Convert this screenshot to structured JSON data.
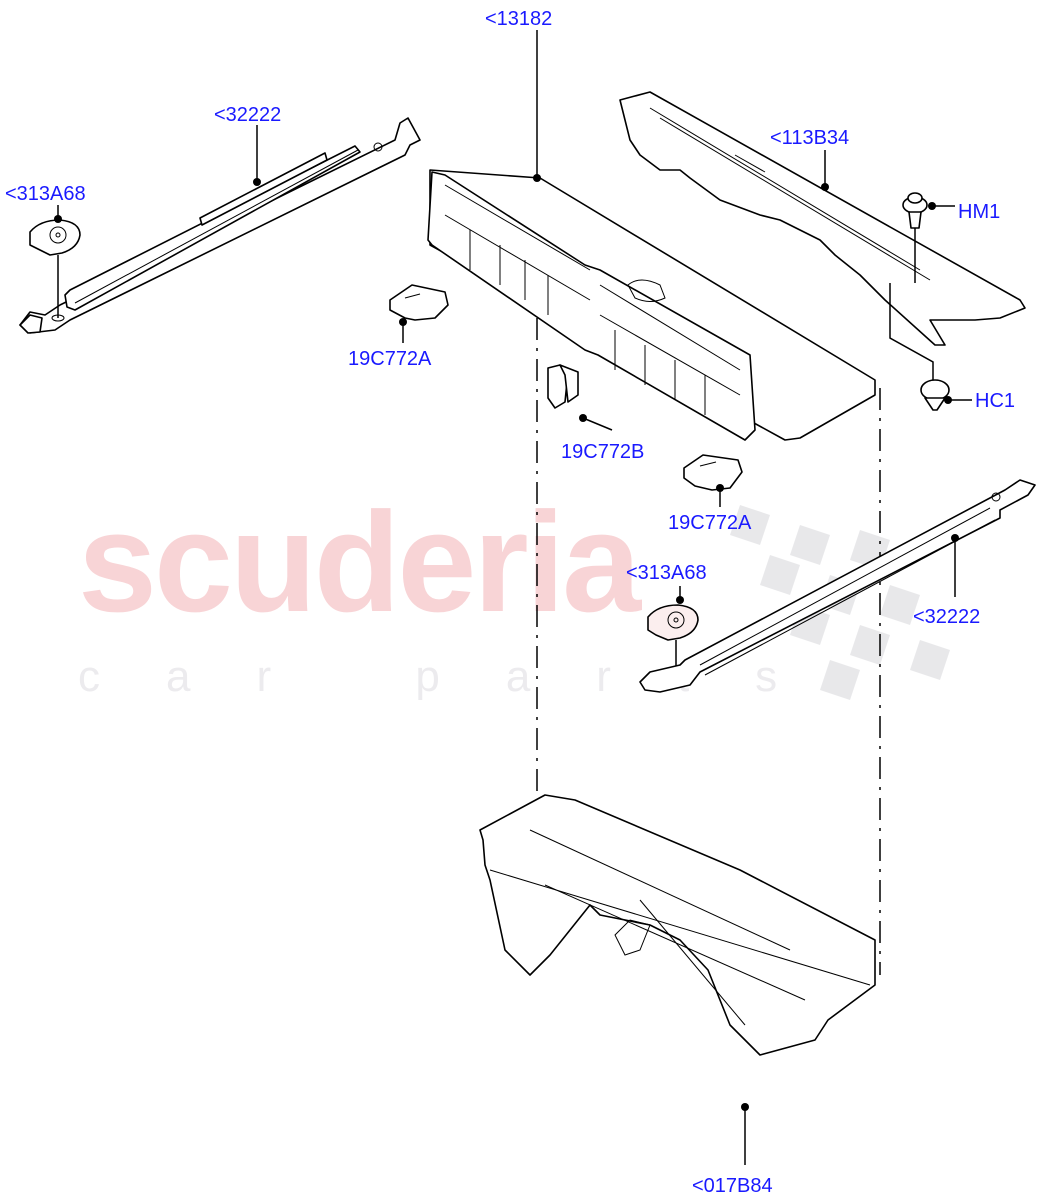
{
  "diagram": {
    "type": "exploded-parts-diagram",
    "watermark": {
      "main": "scuderia",
      "sub": "car parts",
      "main_color": "#f8d4d6",
      "sub_color": "#ecebee"
    },
    "label_color": "#1a1aff",
    "callouts": [
      {
        "id": "c1",
        "text": "<13182",
        "part": "loadspace floor cover panel"
      },
      {
        "id": "c2",
        "text": "<32222",
        "part": "left side sill trim rail"
      },
      {
        "id": "c3",
        "text": "<313A68",
        "part": "left tie-down cap"
      },
      {
        "id": "c4",
        "text": "19C772A",
        "part": "left clip"
      },
      {
        "id": "c5",
        "text": "<113B34",
        "part": "rear scuff plate"
      },
      {
        "id": "c6",
        "text": "HM1",
        "part": "screw fastener"
      },
      {
        "id": "c7",
        "text": "HC1",
        "part": "push clip"
      },
      {
        "id": "c8",
        "text": "19C772B",
        "part": "centre clip"
      },
      {
        "id": "c9",
        "text": "19C772A",
        "part": "right clip"
      },
      {
        "id": "c10",
        "text": "<313A68",
        "part": "right tie-down cap"
      },
      {
        "id": "c11",
        "text": "<32222",
        "part": "right side sill trim rail"
      },
      {
        "id": "c12",
        "text": "<017B84",
        "part": "storage tub"
      }
    ]
  }
}
